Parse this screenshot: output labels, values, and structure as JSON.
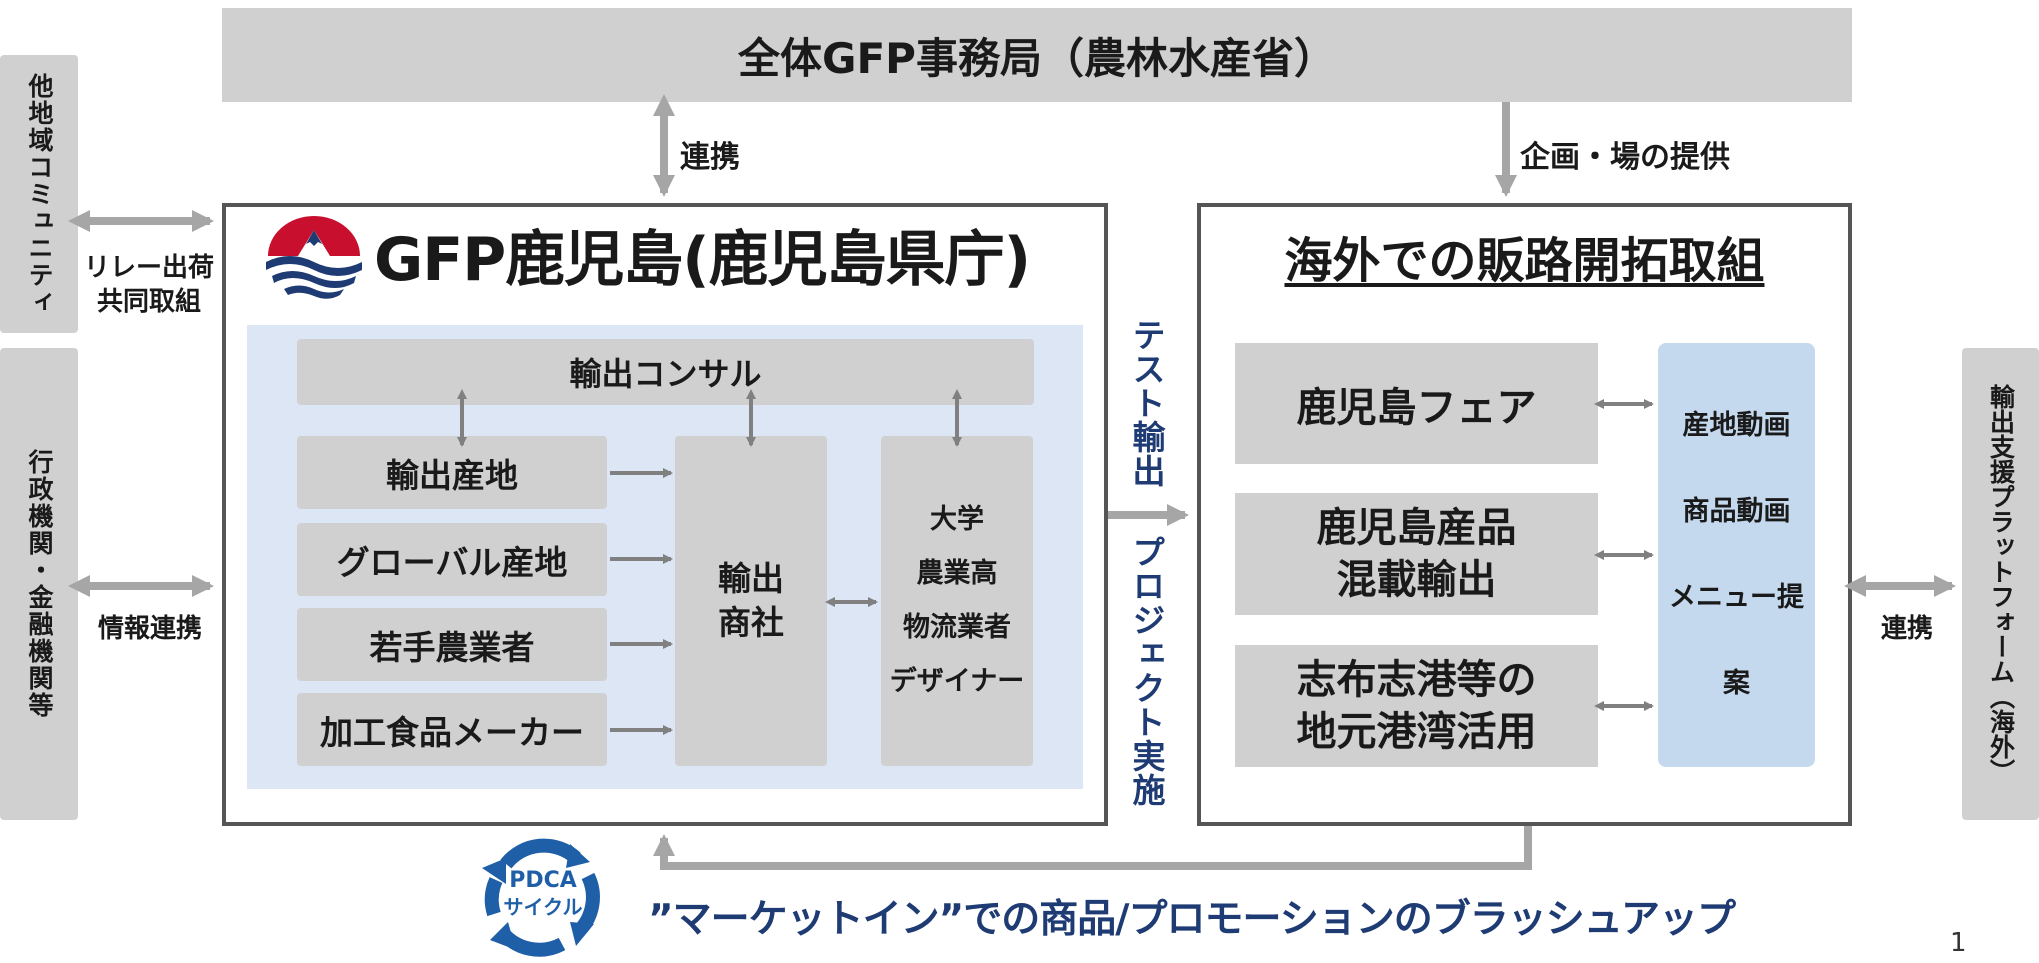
{
  "top_bar": {
    "title": "全体GFP事務局（農林水産省）"
  },
  "left_side": {
    "community": "他地域コミュニティ",
    "admin": "行政機関・金融機関等",
    "relay_label": "リレー出荷\n共同取組",
    "info_label": "情報連携"
  },
  "right_side": {
    "platform": "輸出支援プラットフォーム（海外）",
    "link_label": "連携"
  },
  "arrows": {
    "renkei": "連携",
    "kikaku": "企画・場の提供",
    "test_export": "テスト輸出",
    "project": "プロジェクト実施"
  },
  "gfp": {
    "title": "GFP鹿児島(鹿児島県庁)",
    "consul": "輸出コンサル",
    "producers": [
      "輸出産地",
      "グローバル産地",
      "若手農業者",
      "加工食品メーカー"
    ],
    "trading": "輸出\n商社",
    "partners": [
      "大学",
      "農業高",
      "物流業者",
      "デザイナー"
    ]
  },
  "overseas": {
    "title": "海外での販路開拓取組",
    "items": [
      "鹿児島フェア",
      "鹿児島産品\n混載輸出",
      "志布志港等の\n地元港湾活用"
    ],
    "media": [
      "産地動画",
      "商品動画",
      "メニュー提案"
    ]
  },
  "bottom": {
    "pdca_top": "PDCA",
    "pdca_bottom": "サイクル",
    "caption": "”マーケットイン”での商品/プロモーションのブラッシュアップ"
  },
  "page_number": "1",
  "colors": {
    "gray": "#d0d0d0",
    "light_blue": "#dce6f4",
    "media_blue": "#c5d9ee",
    "navy": "#1f3b73",
    "arrow": "#808080"
  }
}
